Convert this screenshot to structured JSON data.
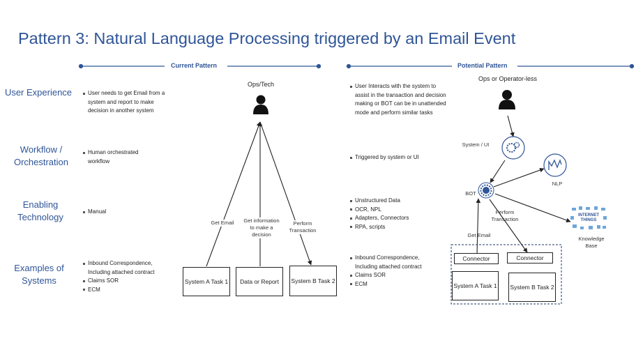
{
  "title": "Pattern 3: Natural Language Processing triggered by an Email Event",
  "current_header": "Current Pattern",
  "potential_header": "Potential Pattern",
  "rows": {
    "user_experience": "User Experience",
    "workflow": "Workflow / Orchestration",
    "enabling": "Enabling Technology",
    "examples": "Examples of Systems"
  },
  "current": {
    "ux": [
      "User needs to get Email from a system and report to make decision in another system"
    ],
    "workflow": [
      "Human orchestrated workflow"
    ],
    "enabling": [
      "Manual"
    ],
    "examples": [
      "Inbound Correspondence, Including attached contract",
      "Claims SOR",
      "ECM"
    ]
  },
  "potential": {
    "ux": [
      "User Interacts with the system to assist in the transaction and decision making or BOT can be in unattended mode and perform similar tasks"
    ],
    "workflow": [
      "Triggered by system or UI"
    ],
    "enabling": [
      "Unstructured Data",
      "OCR, NPL",
      "Adapters, Connectors",
      "RPA, scripts"
    ],
    "examples": [
      "Inbound Correspondence, Including attached contract",
      "Claims SOR",
      "ECM"
    ]
  },
  "current_diagram": {
    "actor": "Ops/Tech",
    "edge_get_email": "Get Email",
    "edge_get_info": "Get information to make a decision",
    "edge_perform": "Perform Transaction",
    "box_a": "System A Task 1",
    "box_report": "Data or Report",
    "box_b": "System B Task 2"
  },
  "potential_diagram": {
    "actor": "Ops or Operator-less",
    "system_ui": "System / UI",
    "nlp": "NLP",
    "bot": "BOT",
    "perform": "Perform Transaction",
    "get_email": "Get Email",
    "kb_logo": "INTERNET THINGS",
    "kb": "Knowledge Base",
    "connector_1": "Connector",
    "connector_2": "Connector",
    "box_a": "System A Task 1",
    "box_b": "System B Task 2"
  },
  "colors": {
    "accent": "#2f5597",
    "line": "#222222"
  }
}
